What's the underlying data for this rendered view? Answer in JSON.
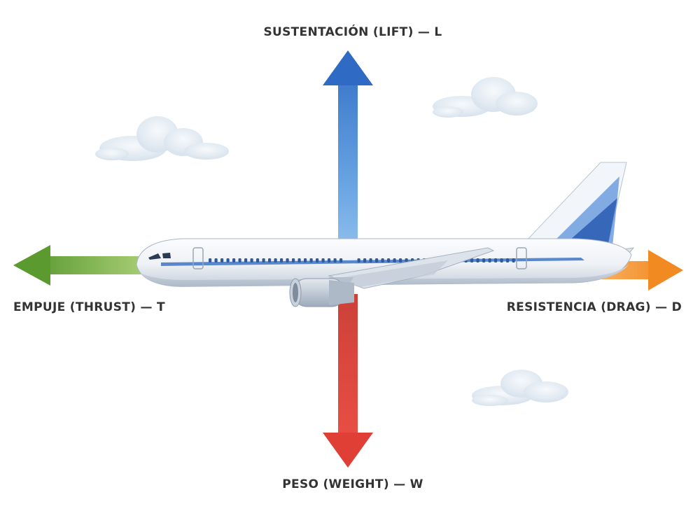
{
  "labels": {
    "lift": "SUSTENTACIÓN (LIFT) — L",
    "weight": "PESO (WEIGHT) — W",
    "thrust": "EMPUJE (THRUST) — T",
    "drag": "RESISTENCIA (DRAG) — D"
  },
  "colors": {
    "lift": "#3b7fd0",
    "weight": "#e04238",
    "thrust": "#6aa53a",
    "drag": "#f3902c",
    "fuselage": "#f3f5f8",
    "livery": "#2f66b8",
    "cloud": "#dfe8f0",
    "text": "#333333"
  }
}
